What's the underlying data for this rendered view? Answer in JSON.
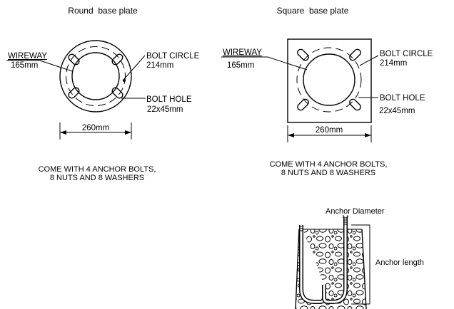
{
  "round_plate": {
    "title": "Round  base plate",
    "wireway_label": "WIREWAY",
    "wireway_value": "165mm",
    "bolt_circle_label": "BOLT CIRCLE",
    "bolt_circle_value": "214mm",
    "bolt_hole_label": "BOLT HOLE",
    "bolt_hole_value": "22x45mm",
    "width_dimension": "260mm",
    "note_line1": "COME WITH 4 ANCHOR BOLTS,",
    "note_line2": "8 NUTS AND 8 WASHERS"
  },
  "square_plate": {
    "title": "Square  base plate",
    "wireway_label": "WIREWAY",
    "wireway_value": "165mm",
    "bolt_circle_label": "BOLT CIRCLE",
    "bolt_circle_value": "214mm",
    "bolt_hole_label": "BOLT HOLE",
    "bolt_hole_value": "22x45mm",
    "width_dimension": "260mm",
    "note_line1": "COME WITH 4 ANCHOR BOLTS,",
    "note_line2": "8 NUTS AND 8 WASHERS"
  },
  "anchor": {
    "diameter_label": "Anchor Diameter",
    "length_label": "Anchor length"
  }
}
